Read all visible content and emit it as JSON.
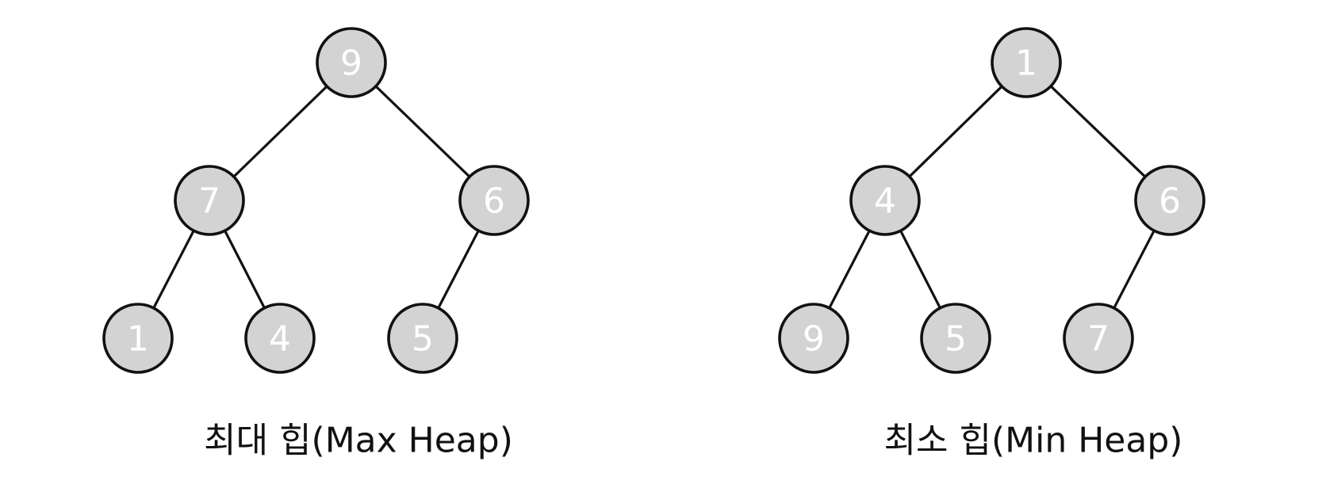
{
  "colors": {
    "node_fill": "#d3d3d3",
    "node_stroke": "#111111",
    "node_text": "#ffffff",
    "edge": "#111111",
    "caption_text": "#111111",
    "background": "#ffffff"
  },
  "trees": [
    {
      "caption": "최대 힙(Max Heap)",
      "nodes": [
        {
          "id": "n0",
          "label": "9"
        },
        {
          "id": "n1",
          "label": "7"
        },
        {
          "id": "n2",
          "label": "6"
        },
        {
          "id": "n3",
          "label": "1"
        },
        {
          "id": "n4",
          "label": "4"
        },
        {
          "id": "n5",
          "label": "5"
        }
      ],
      "edges": [
        [
          "n0",
          "n1"
        ],
        [
          "n0",
          "n2"
        ],
        [
          "n1",
          "n3"
        ],
        [
          "n1",
          "n4"
        ],
        [
          "n2",
          "n5"
        ]
      ]
    },
    {
      "caption": "최소 힙(Min Heap)",
      "nodes": [
        {
          "id": "n0",
          "label": "1"
        },
        {
          "id": "n1",
          "label": "4"
        },
        {
          "id": "n2",
          "label": "6"
        },
        {
          "id": "n3",
          "label": "9"
        },
        {
          "id": "n4",
          "label": "5"
        },
        {
          "id": "n5",
          "label": "7"
        }
      ],
      "edges": [
        [
          "n0",
          "n1"
        ],
        [
          "n0",
          "n2"
        ],
        [
          "n1",
          "n3"
        ],
        [
          "n1",
          "n4"
        ],
        [
          "n2",
          "n5"
        ]
      ]
    }
  ]
}
